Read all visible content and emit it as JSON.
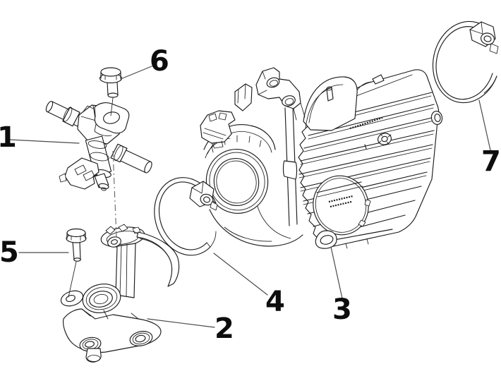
{
  "diagram": {
    "type": "exploded-parts-diagram",
    "background_color": "#ffffff",
    "line_color": "#1c1c1c",
    "leader_line_color": "#4a4a4a",
    "callout_color": "#0d0d0d",
    "callouts": [
      {
        "label": "1"
      },
      {
        "label": "2"
      },
      {
        "label": "3"
      },
      {
        "label": "4"
      },
      {
        "label": "5"
      },
      {
        "label": "6"
      },
      {
        "label": "7"
      }
    ]
  }
}
